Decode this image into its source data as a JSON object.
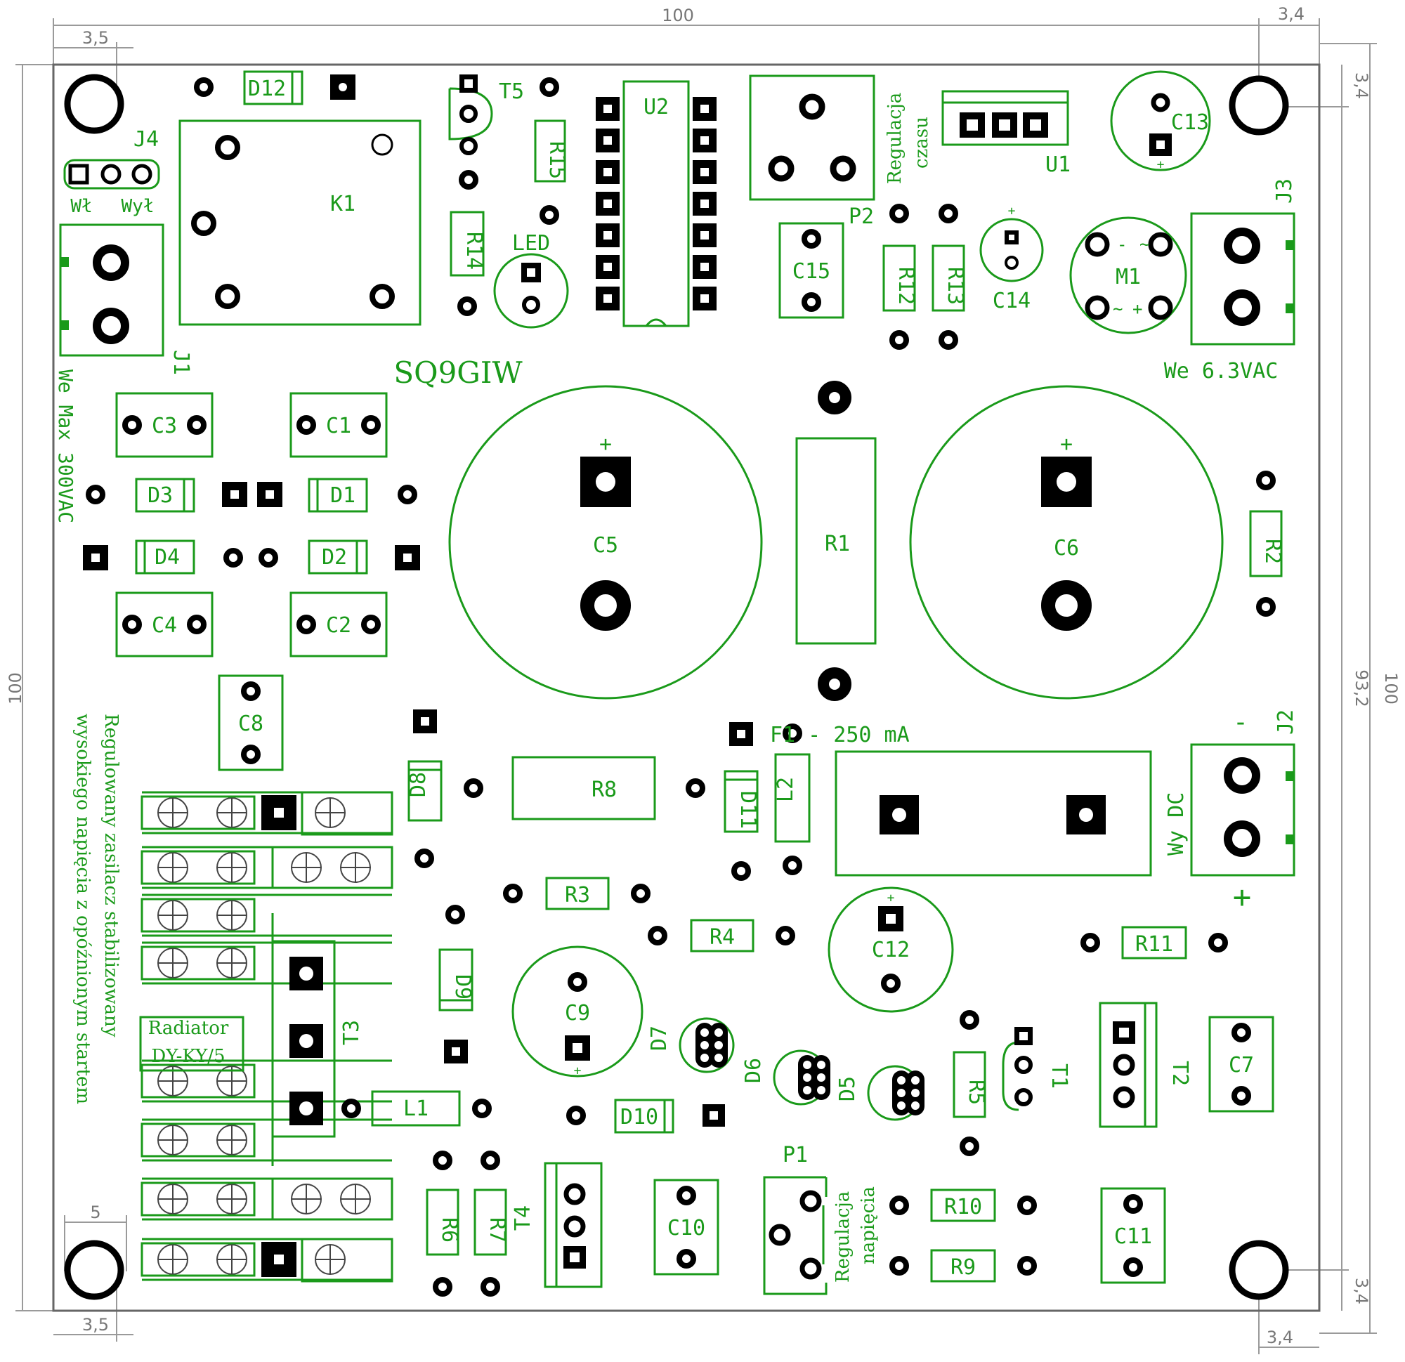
{
  "board": {
    "author": "SQ9GIW",
    "description_line1": "Regulowany zasilacz stabilizowany",
    "description_line2": "wysokiego napięcia z opóźnionym startem"
  },
  "dimensions": {
    "width": "100",
    "height": "100",
    "height_inner": "93,2",
    "hole_offset_left_top": "3,5",
    "hole_offset_right_top": "3,4",
    "hole_offset_right_side_top": "3,4",
    "hole_offset_right_side_bottom": "3,4",
    "hole_offset_left_bottom": "3,5",
    "hole_offset_bottom_right": "3,4",
    "hole_offset_left_side_bottom": "5"
  },
  "connectors": {
    "j4": "J4",
    "j4_on": "Wł",
    "j4_off": "Wył",
    "j1": "J1",
    "j1_note": "We Max 300VAC",
    "j3": "J3",
    "j3_note": "We 6.3VAC",
    "j2": "J2",
    "j2_note": "Wy DC",
    "j2_minus": "-",
    "j2_plus": "+"
  },
  "components": {
    "d12": "D12",
    "t5": "T5",
    "u2": "U2",
    "p2": "P2",
    "p2_note1": "Regulacja",
    "p2_note2": "czasu",
    "u1": "U1",
    "c13": "C13",
    "k1": "K1",
    "r15": "R15",
    "r14": "R14",
    "led": "LED",
    "c15": "C15",
    "r12": "R12",
    "r13": "R13",
    "c14": "C14",
    "m1": "M1",
    "c3": "C3",
    "c1": "C1",
    "d3": "D3",
    "d1": "D1",
    "d4": "D4",
    "d2": "D2",
    "c4": "C4",
    "c2": "C2",
    "c5": "C5",
    "c6": "C6",
    "r1": "R1",
    "r2": "R2",
    "c8": "C8",
    "d8": "D8",
    "r8": "R8",
    "d11": "D11",
    "l2": "L2",
    "f1": "F1  - 250 mA",
    "r3": "R3",
    "r4": "R4",
    "c12": "C12",
    "r11": "R11",
    "d9": "D9",
    "c9": "C9",
    "d7": "D7",
    "d6": "D6",
    "d5": "D5",
    "r5": "R5",
    "t1": "T1",
    "t2": "T2",
    "c7": "C7",
    "t3": "T3",
    "l1": "L1",
    "d10": "D10",
    "radiator1": "Radiator",
    "radiator2": "DY-KY/5",
    "r6": "R6",
    "r7": "R7",
    "t4": "T4",
    "c10": "C10",
    "p1": "P1",
    "p1_note1": "Regulacja",
    "p1_note2": "napięcia",
    "r10": "R10",
    "r9": "R9",
    "c11": "C11",
    "plus_sign": "+",
    "minus_sign": "-",
    "tilde": "~"
  }
}
